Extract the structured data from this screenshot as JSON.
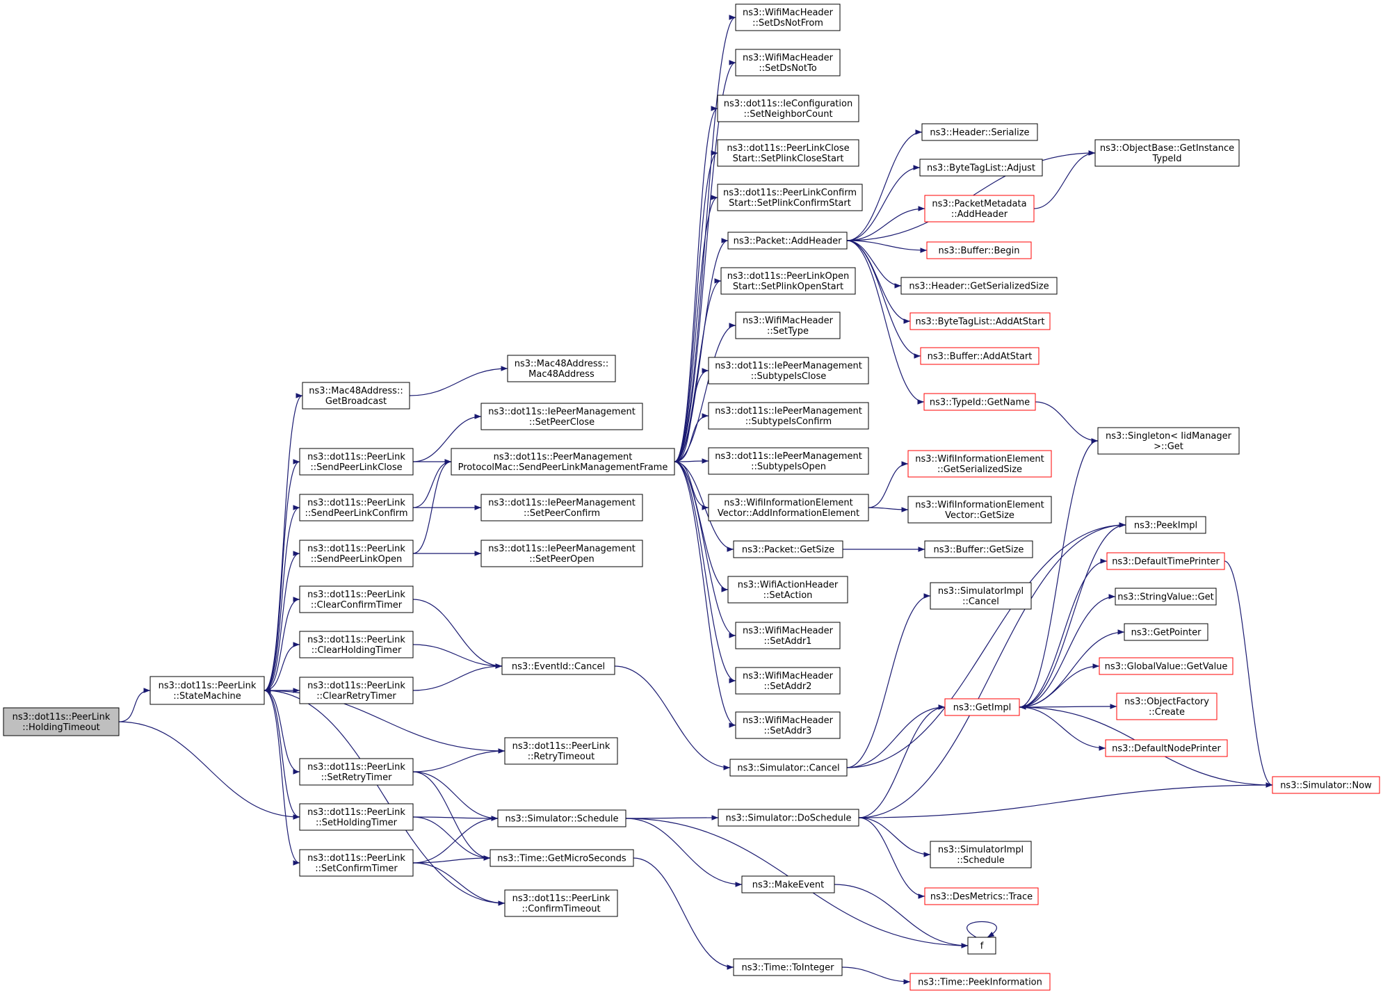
{
  "diagram": {
    "nodes": [
      {
        "id": "n1",
        "lines": [
          "ns3::dot11s::PeerLink",
          "::HoldingTimeout"
        ],
        "style": "root"
      },
      {
        "id": "n2",
        "lines": [
          "ns3::dot11s::PeerLink",
          "::StateMachine"
        ]
      },
      {
        "id": "n3",
        "lines": [
          "ns3::Mac48Address::",
          "GetBroadcast"
        ]
      },
      {
        "id": "n4",
        "lines": [
          "ns3::dot11s::PeerLink",
          "::SendPeerLinkClose"
        ]
      },
      {
        "id": "n5",
        "lines": [
          "ns3::dot11s::PeerLink",
          "::SendPeerLinkConfirm"
        ]
      },
      {
        "id": "n6",
        "lines": [
          "ns3::dot11s::PeerLink",
          "::SendPeerLinkOpen"
        ]
      },
      {
        "id": "n7",
        "lines": [
          "ns3::dot11s::PeerLink",
          "::ClearConfirmTimer"
        ]
      },
      {
        "id": "n8",
        "lines": [
          "ns3::dot11s::PeerLink",
          "::ClearHoldingTimer"
        ]
      },
      {
        "id": "n9",
        "lines": [
          "ns3::dot11s::PeerLink",
          "::ClearRetryTimer"
        ]
      },
      {
        "id": "n10",
        "lines": [
          "ns3::dot11s::PeerLink",
          "::SetRetryTimer"
        ]
      },
      {
        "id": "n11",
        "lines": [
          "ns3::dot11s::PeerLink",
          "::SetHoldingTimer"
        ]
      },
      {
        "id": "n12",
        "lines": [
          "ns3::dot11s::PeerLink",
          "::SetConfirmTimer"
        ]
      },
      {
        "id": "n13",
        "lines": [
          "ns3::Mac48Address::",
          "Mac48Address"
        ]
      },
      {
        "id": "n14",
        "lines": [
          "ns3::dot11s::IePeerManagement",
          "::SetPeerClose"
        ]
      },
      {
        "id": "n15",
        "lines": [
          "ns3::dot11s::PeerManagement",
          "ProtocolMac::SendPeerLinkManagementFrame"
        ]
      },
      {
        "id": "n16",
        "lines": [
          "ns3::dot11s::IePeerManagement",
          "::SetPeerConfirm"
        ]
      },
      {
        "id": "n17",
        "lines": [
          "ns3::dot11s::IePeerManagement",
          "::SetPeerOpen"
        ]
      },
      {
        "id": "n18",
        "lines": [
          "ns3::EventId::Cancel"
        ]
      },
      {
        "id": "n19",
        "lines": [
          "ns3::dot11s::PeerLink",
          "::RetryTimeout"
        ]
      },
      {
        "id": "n20",
        "lines": [
          "ns3::Simulator::Schedule"
        ]
      },
      {
        "id": "n21",
        "lines": [
          "ns3::Time::GetMicroSeconds"
        ]
      },
      {
        "id": "n22",
        "lines": [
          "ns3::dot11s::PeerLink",
          "::ConfirmTimeout"
        ]
      },
      {
        "id": "n23",
        "lines": [
          "ns3::WifiMacHeader",
          "::SetDsNotFrom"
        ]
      },
      {
        "id": "n24",
        "lines": [
          "ns3::WifiMacHeader",
          "::SetDsNotTo"
        ]
      },
      {
        "id": "n25",
        "lines": [
          "ns3::dot11s::IeConfiguration",
          "::SetNeighborCount"
        ]
      },
      {
        "id": "n26",
        "lines": [
          "ns3::dot11s::PeerLinkClose",
          "Start::SetPlinkCloseStart"
        ]
      },
      {
        "id": "n27",
        "lines": [
          "ns3::dot11s::PeerLinkConfirm",
          "Start::SetPlinkConfirmStart"
        ]
      },
      {
        "id": "n28",
        "lines": [
          "ns3::Packet::AddHeader"
        ]
      },
      {
        "id": "n29",
        "lines": [
          "ns3::dot11s::PeerLinkOpen",
          "Start::SetPlinkOpenStart"
        ]
      },
      {
        "id": "n30",
        "lines": [
          "ns3::WifiMacHeader",
          "::SetType"
        ]
      },
      {
        "id": "n31",
        "lines": [
          "ns3::dot11s::IePeerManagement",
          "::SubtypeIsClose"
        ]
      },
      {
        "id": "n32",
        "lines": [
          "ns3::dot11s::IePeerManagement",
          "::SubtypeIsConfirm"
        ]
      },
      {
        "id": "n33",
        "lines": [
          "ns3::dot11s::IePeerManagement",
          "::SubtypeIsOpen"
        ]
      },
      {
        "id": "n34",
        "lines": [
          "ns3::WifiInformationElement",
          "Vector::AddInformationElement"
        ]
      },
      {
        "id": "n35",
        "lines": [
          "ns3::Packet::GetSize"
        ]
      },
      {
        "id": "n36",
        "lines": [
          "ns3::WifiActionHeader",
          "::SetAction"
        ]
      },
      {
        "id": "n37",
        "lines": [
          "ns3::WifiMacHeader",
          "::SetAddr1"
        ]
      },
      {
        "id": "n38",
        "lines": [
          "ns3::WifiMacHeader",
          "::SetAddr2"
        ]
      },
      {
        "id": "n39",
        "lines": [
          "ns3::WifiMacHeader",
          "::SetAddr3"
        ]
      },
      {
        "id": "n40",
        "lines": [
          "ns3::Simulator::Cancel"
        ]
      },
      {
        "id": "n41",
        "lines": [
          "ns3::Simulator::DoSchedule"
        ]
      },
      {
        "id": "n42",
        "lines": [
          "ns3::MakeEvent"
        ]
      },
      {
        "id": "n43",
        "lines": [
          "ns3::Time::ToInteger"
        ]
      },
      {
        "id": "n44",
        "lines": [
          "ns3::Header::Serialize"
        ]
      },
      {
        "id": "n45",
        "lines": [
          "ns3::ByteTagList::Adjust"
        ]
      },
      {
        "id": "n46",
        "lines": [
          "ns3::PacketMetadata",
          "::AddHeader"
        ],
        "style": "red"
      },
      {
        "id": "n47",
        "lines": [
          "ns3::Buffer::Begin"
        ],
        "style": "red"
      },
      {
        "id": "n48",
        "lines": [
          "ns3::Header::GetSerializedSize"
        ]
      },
      {
        "id": "n49",
        "lines": [
          "ns3::ByteTagList::AddAtStart"
        ],
        "style": "red"
      },
      {
        "id": "n50",
        "lines": [
          "ns3::Buffer::AddAtStart"
        ],
        "style": "red"
      },
      {
        "id": "n51",
        "lines": [
          "ns3::TypeId::GetName"
        ],
        "style": "red"
      },
      {
        "id": "n52",
        "lines": [
          "ns3::WifiInformationElement",
          "::GetSerializedSize"
        ],
        "style": "red"
      },
      {
        "id": "n53",
        "lines": [
          "ns3::WifiInformationElement",
          "Vector::GetSize"
        ]
      },
      {
        "id": "n54",
        "lines": [
          "ns3::Buffer::GetSize"
        ]
      },
      {
        "id": "n55",
        "lines": [
          "ns3::SimulatorImpl",
          "::Cancel"
        ]
      },
      {
        "id": "n56",
        "lines": [
          "ns3::GetImpl"
        ],
        "style": "red"
      },
      {
        "id": "n57",
        "lines": [
          "ns3::SimulatorImpl",
          "::Schedule"
        ]
      },
      {
        "id": "n58",
        "lines": [
          "ns3::DesMetrics::Trace"
        ],
        "style": "red"
      },
      {
        "id": "n59",
        "lines": [
          "f"
        ]
      },
      {
        "id": "n60",
        "lines": [
          "ns3::Time::PeekInformation"
        ],
        "style": "red"
      },
      {
        "id": "n61",
        "lines": [
          "ns3::ObjectBase::GetInstance",
          "TypeId"
        ]
      },
      {
        "id": "n62",
        "lines": [
          "ns3::Singleton< IidManager",
          " >::Get"
        ]
      },
      {
        "id": "n63",
        "lines": [
          "ns3::PeekImpl"
        ]
      },
      {
        "id": "n64",
        "lines": [
          "ns3::DefaultTimePrinter"
        ],
        "style": "red"
      },
      {
        "id": "n65",
        "lines": [
          "ns3::StringValue::Get"
        ]
      },
      {
        "id": "n66",
        "lines": [
          "ns3::GetPointer"
        ]
      },
      {
        "id": "n67",
        "lines": [
          "ns3::GlobalValue::GetValue"
        ],
        "style": "red"
      },
      {
        "id": "n68",
        "lines": [
          "ns3::ObjectFactory",
          "::Create"
        ],
        "style": "red"
      },
      {
        "id": "n69",
        "lines": [
          "ns3::DefaultNodePrinter"
        ],
        "style": "red"
      },
      {
        "id": "n70",
        "lines": [
          "ns3::Simulator::Now"
        ],
        "style": "red"
      }
    ],
    "edges": [
      [
        "n1",
        "n2"
      ],
      [
        "n2",
        "n3"
      ],
      [
        "n2",
        "n4"
      ],
      [
        "n2",
        "n5"
      ],
      [
        "n2",
        "n6"
      ],
      [
        "n2",
        "n7"
      ],
      [
        "n2",
        "n8"
      ],
      [
        "n2",
        "n9"
      ],
      [
        "n2",
        "n10"
      ],
      [
        "n2",
        "n11"
      ],
      [
        "n2",
        "n12"
      ],
      [
        "n1",
        "n11"
      ],
      [
        "n3",
        "n13"
      ],
      [
        "n4",
        "n14"
      ],
      [
        "n4",
        "n15"
      ],
      [
        "n5",
        "n15"
      ],
      [
        "n5",
        "n16"
      ],
      [
        "n6",
        "n15"
      ],
      [
        "n6",
        "n17"
      ],
      [
        "n7",
        "n18"
      ],
      [
        "n8",
        "n18"
      ],
      [
        "n9",
        "n18"
      ],
      [
        "n10",
        "n19"
      ],
      [
        "n10",
        "n20"
      ],
      [
        "n10",
        "n21"
      ],
      [
        "n11",
        "n20"
      ],
      [
        "n11",
        "n21"
      ],
      [
        "n12",
        "n20"
      ],
      [
        "n12",
        "n21"
      ],
      [
        "n12",
        "n22"
      ],
      [
        "n19",
        "n2"
      ],
      [
        "n22",
        "n2"
      ],
      [
        "n15",
        "n23"
      ],
      [
        "n15",
        "n24"
      ],
      [
        "n15",
        "n25"
      ],
      [
        "n15",
        "n26"
      ],
      [
        "n15",
        "n27"
      ],
      [
        "n15",
        "n28"
      ],
      [
        "n15",
        "n29"
      ],
      [
        "n15",
        "n30"
      ],
      [
        "n15",
        "n31"
      ],
      [
        "n15",
        "n32"
      ],
      [
        "n15",
        "n33"
      ],
      [
        "n15",
        "n34"
      ],
      [
        "n15",
        "n35"
      ],
      [
        "n15",
        "n36"
      ],
      [
        "n15",
        "n37"
      ],
      [
        "n15",
        "n38"
      ],
      [
        "n15",
        "n39"
      ],
      [
        "n18",
        "n40"
      ],
      [
        "n20",
        "n41"
      ],
      [
        "n20",
        "n42"
      ],
      [
        "n20",
        "n59"
      ],
      [
        "n21",
        "n43"
      ],
      [
        "n42",
        "n59"
      ],
      [
        "n59",
        "n59"
      ],
      [
        "n28",
        "n44"
      ],
      [
        "n28",
        "n45"
      ],
      [
        "n28",
        "n46"
      ],
      [
        "n28",
        "n47"
      ],
      [
        "n28",
        "n48"
      ],
      [
        "n28",
        "n49"
      ],
      [
        "n28",
        "n50"
      ],
      [
        "n28",
        "n51"
      ],
      [
        "n28",
        "n61"
      ],
      [
        "n46",
        "n61"
      ],
      [
        "n51",
        "n62"
      ],
      [
        "n34",
        "n52"
      ],
      [
        "n34",
        "n53"
      ],
      [
        "n35",
        "n54"
      ],
      [
        "n40",
        "n55"
      ],
      [
        "n40",
        "n56"
      ],
      [
        "n40",
        "n63"
      ],
      [
        "n41",
        "n56"
      ],
      [
        "n41",
        "n57"
      ],
      [
        "n41",
        "n58"
      ],
      [
        "n41",
        "n63"
      ],
      [
        "n41",
        "n70"
      ],
      [
        "n43",
        "n60"
      ],
      [
        "n56",
        "n62"
      ],
      [
        "n56",
        "n63"
      ],
      [
        "n56",
        "n64"
      ],
      [
        "n56",
        "n65"
      ],
      [
        "n56",
        "n66"
      ],
      [
        "n56",
        "n67"
      ],
      [
        "n56",
        "n68"
      ],
      [
        "n56",
        "n69"
      ],
      [
        "n64",
        "n70"
      ],
      [
        "n70",
        "n56"
      ]
    ]
  }
}
